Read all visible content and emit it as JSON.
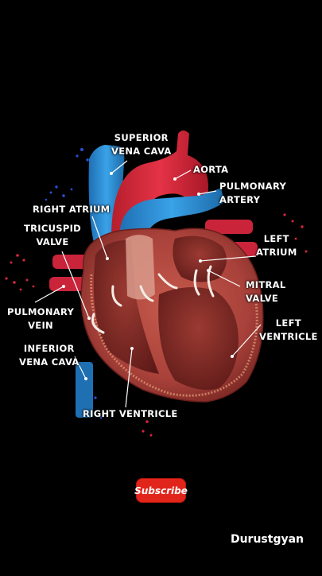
{
  "labels": {
    "superior_vena_cava": [
      "SUPERIOR",
      "VENA CAVA"
    ],
    "aorta": [
      "AORTA"
    ],
    "pulmonary_artery": [
      "PULMONARY",
      "ARTERY"
    ],
    "right_atrium": [
      "RIGHT ATRIUM"
    ],
    "tricuspid_valve": [
      "TRICUSPID",
      "VALVE"
    ],
    "left_atrium": [
      "LEFT",
      "ATRIUM"
    ],
    "mitral_valve": [
      "MITRAL",
      "VALVE"
    ],
    "pulmonary_vein": [
      "PULMONARY",
      "VEIN"
    ],
    "left_ventricle": [
      "LEFT",
      "VENTRICLE"
    ],
    "inferior_vena_cava": [
      "INFERIOR",
      "VENA CAVA"
    ],
    "right_ventricle": [
      "RIGHT VENTRICLE"
    ]
  },
  "subscribe_label": "Subscribe",
  "watermark": "Durustgyan",
  "colors": {
    "background": "#000000",
    "muscle": "#b5463b",
    "chamber": "#8c2a26",
    "deoxygenated_vessel": "#2f8fd6",
    "oxygenated_vessel": "#d62839",
    "subscribe": "#e1251b"
  }
}
